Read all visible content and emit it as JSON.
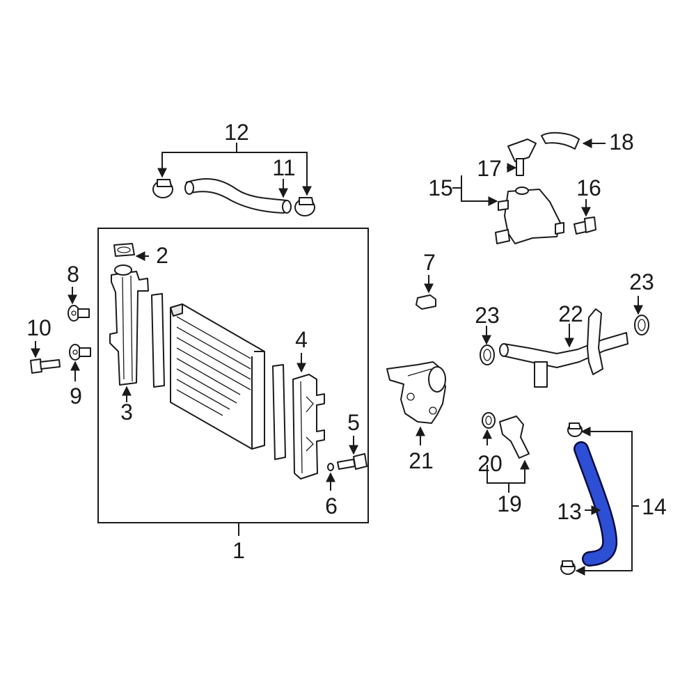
{
  "highlight_color": "#2d4fd6",
  "callouts": {
    "c1": "1",
    "c2": "2",
    "c3": "3",
    "c4": "4",
    "c5": "5",
    "c6": "6",
    "c7": "7",
    "c8": "8",
    "c9": "9",
    "c10": "10",
    "c11": "11",
    "c12": "12",
    "c13": "13",
    "c14": "14",
    "c15": "15",
    "c16": "16",
    "c17": "17",
    "c18": "18",
    "c19": "19",
    "c20": "20",
    "c21": "21",
    "c22": "22",
    "c23a": "23",
    "c23b": "23"
  }
}
